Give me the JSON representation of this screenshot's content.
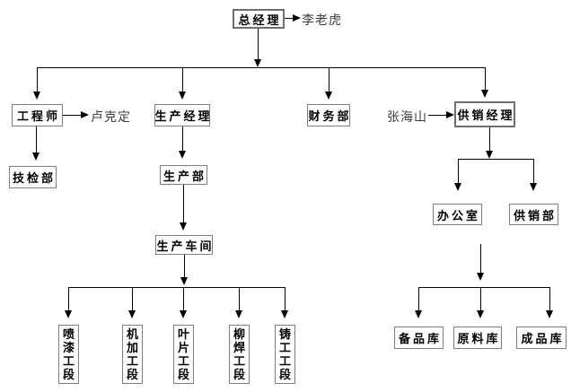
{
  "org_chart": {
    "general_manager": {
      "label": "总经理",
      "assignee": "李老虎"
    },
    "engineer": {
      "label": "工程师",
      "assignee": "卢克定"
    },
    "production_manager": {
      "label": "生产经理"
    },
    "finance_dept": {
      "label": "财务部"
    },
    "supply_marketing_manager": {
      "label": "供销经理",
      "assignee": "张海山"
    },
    "tech_inspection_dept": {
      "label": "技检部"
    },
    "production_dept": {
      "label": "生产部"
    },
    "production_workshop": {
      "label": "生产车间"
    },
    "workshop_sections": [
      "喷漆工段",
      "机加工段",
      "叶片工段",
      "柳焊工段",
      "铸工工段"
    ],
    "office": {
      "label": "办公室"
    },
    "supply_marketing_dept": {
      "label": "供销部"
    },
    "warehouses": [
      "备品库",
      "原料库",
      "成品库"
    ],
    "colors": {
      "line": "#000000",
      "box_border": "#7f7f7f",
      "text": "#000000"
    }
  }
}
